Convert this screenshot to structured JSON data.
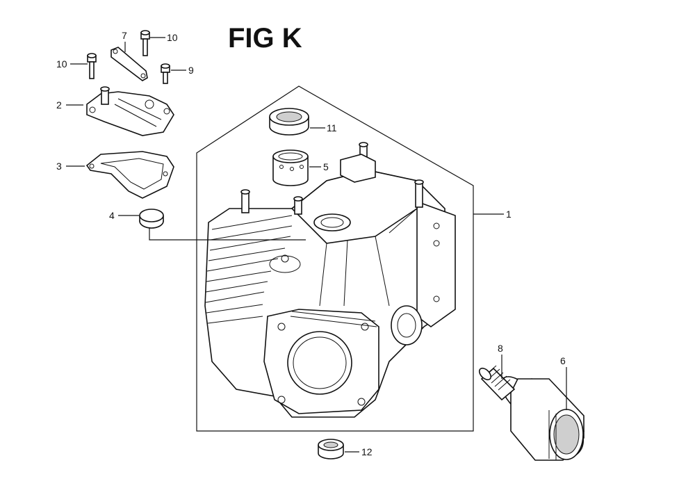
{
  "figure": {
    "title": "FIG K"
  },
  "callouts": [
    {
      "id": "c1",
      "label": "1"
    },
    {
      "id": "c2",
      "label": "2"
    },
    {
      "id": "c3",
      "label": "3"
    },
    {
      "id": "c4",
      "label": "4"
    },
    {
      "id": "c5",
      "label": "5"
    },
    {
      "id": "c6",
      "label": "6"
    },
    {
      "id": "c7",
      "label": "7"
    },
    {
      "id": "c8",
      "label": "8"
    },
    {
      "id": "c9",
      "label": "9"
    },
    {
      "id": "c10a",
      "label": "10"
    },
    {
      "id": "c10b",
      "label": "10"
    },
    {
      "id": "c11",
      "label": "11"
    },
    {
      "id": "c12",
      "label": "12"
    }
  ]
}
